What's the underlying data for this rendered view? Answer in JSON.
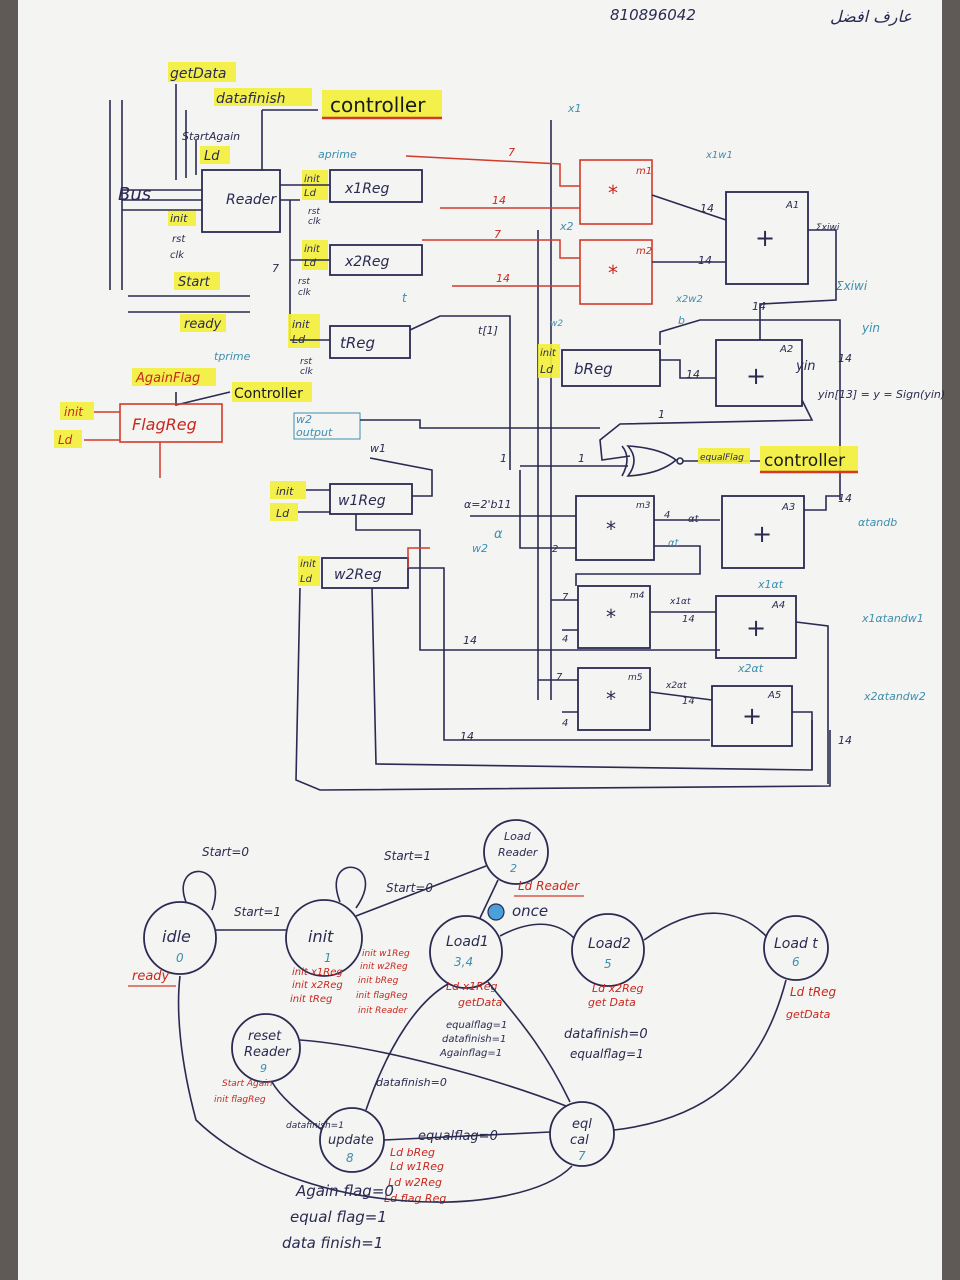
{
  "header": {
    "student_id": "810896042",
    "author_name": "عارف افضل"
  },
  "datapath": {
    "bus_label": "Bus",
    "controller_labels": [
      "controller",
      "Controller",
      "controller"
    ],
    "reader": {
      "name": "Reader",
      "inputs": [
        "getData",
        "datafinish",
        "StartAgain",
        "Ld",
        "init",
        "rst",
        "clk"
      ]
    },
    "external_signals": [
      "Start",
      "ready",
      "AgainFlag",
      "init",
      "Ld"
    ],
    "registers": [
      {
        "name": "x1Reg",
        "ports": [
          "init",
          "Ld",
          "rst",
          "clk"
        ]
      },
      {
        "name": "x2Reg",
        "ports": [
          "init",
          "Ld",
          "rst",
          "clk"
        ]
      },
      {
        "name": "tReg",
        "ports": [
          "init",
          "Ld",
          "rst",
          "clk"
        ]
      },
      {
        "name": "bReg",
        "ports": [
          "init",
          "Ld"
        ]
      },
      {
        "name": "FlagReg",
        "ports": [
          "init",
          "Ld"
        ]
      },
      {
        "name": "w1Reg",
        "ports": [
          "init",
          "Ld"
        ]
      },
      {
        "name": "w2Reg",
        "ports": [
          "init",
          "Ld"
        ]
      }
    ],
    "multipliers": [
      {
        "name": "m1",
        "symbol": "*",
        "out": "x1w1"
      },
      {
        "name": "m2",
        "symbol": "*",
        "out": "x2w2"
      },
      {
        "name": "m3",
        "symbol": "*",
        "out": "αt"
      },
      {
        "name": "m4",
        "symbol": "*",
        "out": "x1αt"
      },
      {
        "name": "m5",
        "symbol": "*",
        "out": "x2αt"
      }
    ],
    "adders": [
      {
        "name": "A1",
        "symbol": "+",
        "out": "Σxiwi"
      },
      {
        "name": "A2",
        "symbol": "+",
        "out": "yin"
      },
      {
        "name": "A3",
        "symbol": "+",
        "out": "αtandb"
      },
      {
        "name": "A4",
        "symbol": "+",
        "out": "x1αtandw1"
      },
      {
        "name": "A5",
        "symbol": "+",
        "out": "x2αtandw2"
      }
    ],
    "wire_labels": [
      "x1",
      "x2",
      "x1w1",
      "x2w2",
      "Σxiwi",
      "yin",
      "b",
      "t",
      "t[1]",
      "aprime",
      "tprime",
      "w1",
      "w2",
      "output",
      "Output",
      "equalFlag",
      "αt",
      "x1αt",
      "x2αt",
      "α=2'b11"
    ],
    "widths": [
      "7",
      "14",
      "2",
      "1",
      "4"
    ],
    "equation": "yin[13] = y = Sign(yin)"
  },
  "fsm": {
    "states": [
      {
        "id": "idle",
        "label": "idle",
        "num": "0",
        "outputs": [
          "ready"
        ]
      },
      {
        "id": "init",
        "label": "init",
        "num": "1",
        "outputs": [
          "init x1Reg",
          "init x2Reg",
          "init tReg",
          "init w1Reg",
          "init w2Reg",
          "init bReg",
          "init flagReg",
          "init Reader"
        ]
      },
      {
        "id": "loadreader",
        "label": "Load Reader",
        "num": "2",
        "outputs": [
          "Ld Reader"
        ]
      },
      {
        "id": "load1",
        "label": "Load1",
        "num": "3,4",
        "outputs": [
          "Ld x1Reg",
          "getData"
        ]
      },
      {
        "id": "load2",
        "label": "Load2",
        "num": "5",
        "outputs": [
          "Ld x2Reg",
          "get Data"
        ]
      },
      {
        "id": "loadt",
        "label": "Load t",
        "num": "6",
        "outputs": [
          "Ld tReg",
          "getData"
        ]
      },
      {
        "id": "eqlcal",
        "label": "eql cal",
        "num": "7",
        "outputs": []
      },
      {
        "id": "update",
        "label": "update",
        "num": "8",
        "outputs": [
          "Ld bReg",
          "Ld w1Reg",
          "Ld w2Reg",
          "Ld flag Reg"
        ]
      },
      {
        "id": "reset",
        "label": "reset Reader",
        "num": "9",
        "outputs": [
          "Start Again",
          "init flagReg"
        ]
      }
    ],
    "transition_labels": [
      "Start=0",
      "Start=1",
      "Start=1",
      "Start=0",
      "once",
      "equalflag=1",
      "datafinish=1",
      "Againflag=1",
      "datafinish=0",
      "datafinish=0",
      "equalflag=1",
      "equalflag=0",
      "datafinish=1",
      "Again flag=0",
      "equal flag=1",
      "data finish=1"
    ]
  },
  "colors": {
    "ink": "#2a2a52",
    "red_ink": "#d23a2a",
    "blue_ink": "#3d8fb0",
    "highlight": "#f3f03a",
    "paper": "#f4f4f2",
    "background": "#5f5a55"
  }
}
